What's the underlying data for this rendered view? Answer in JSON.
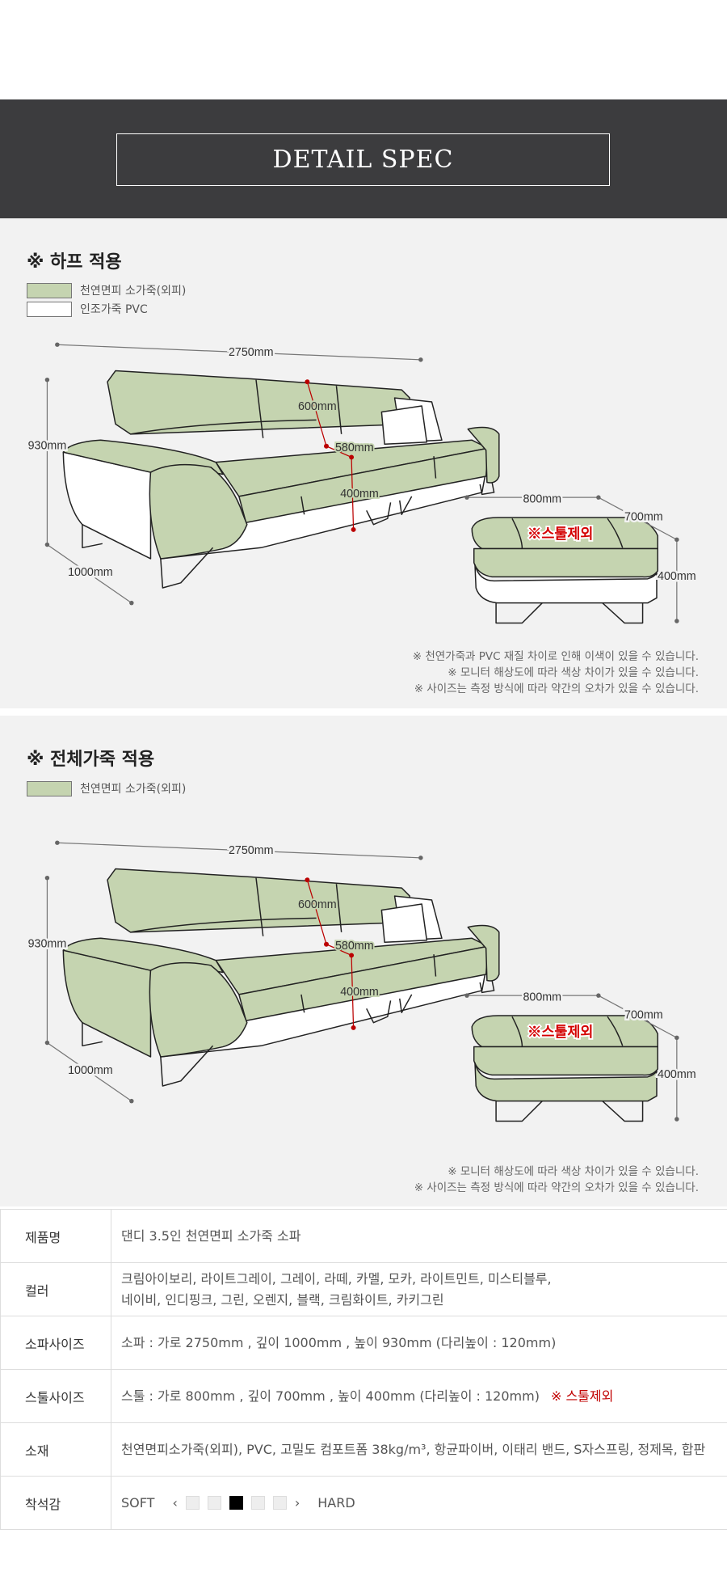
{
  "header": {
    "title": "DETAIL SPEC"
  },
  "colors": {
    "green": "#c5d4b0",
    "background": "#f2f2f2",
    "header_bg": "#3c3c3e",
    "accent_red": "#c00000"
  },
  "section1": {
    "title": "※ 하프 적용",
    "legend": [
      {
        "label": "천연면피 소가죽(외피)",
        "color": "#c5d4b0"
      },
      {
        "label": "인조가죽 PVC",
        "color": "#ffffff"
      }
    ],
    "dims": {
      "width": "2750mm",
      "height": "930mm",
      "depth": "1000mm",
      "back": "600mm",
      "seat_depth": "580mm",
      "seat_height": "400mm",
      "stool_width": "800mm",
      "stool_depth": "700mm",
      "stool_height": "400mm",
      "stool_note": "※스툴제외"
    },
    "notes": [
      "※ 천연가죽과 PVC 재질 차이로 인해 이색이 있을 수 있습니다.",
      "※ 모니터 해상도에 따라 색상 차이가 있을 수 있습니다.",
      "※ 사이즈는 측정 방식에 따라 약간의 오차가 있을 수 있습니다."
    ]
  },
  "section2": {
    "title": "※ 전체가죽 적용",
    "legend": [
      {
        "label": "천연면피 소가죽(외피)",
        "color": "#c5d4b0"
      }
    ],
    "dims": {
      "width": "2750mm",
      "height": "930mm",
      "depth": "1000mm",
      "back": "600mm",
      "seat_depth": "580mm",
      "seat_height": "400mm",
      "stool_width": "800mm",
      "stool_depth": "700mm",
      "stool_height": "400mm",
      "stool_note": "※스툴제외"
    },
    "notes": [
      "※ 모니터 해상도에 따라 색상 차이가 있을 수 있습니다.",
      "※ 사이즈는 측정 방식에 따라 약간의 오차가 있을 수 있습니다."
    ]
  },
  "spec": {
    "rows": [
      {
        "label": "제품명",
        "value": "댄디 3.5인 천연면피 소가죽 소파"
      },
      {
        "label": "컬러",
        "value": "크림아이보리, 라이트그레이, 그레이, 라떼, 카멜, 모카, 라이트민트, 미스티블루,",
        "value2": "네이비, 인디핑크, 그린, 오렌지, 블랙, 크림화이트, 카키그린"
      },
      {
        "label": "소파사이즈",
        "value": "소파 : 가로 2750mm , 깊이 1000mm , 높이 930mm (다리높이 : 120mm)"
      },
      {
        "label": "스툴사이즈",
        "value": "스툴 : 가로 800mm , 깊이 700mm , 높이 400mm (다리높이 : 120mm)",
        "note": "※ 스툴제외"
      },
      {
        "label": "소재",
        "value": "천연면피소가죽(외피), PVC, 고밀도 컴포트폼 38kg/m³, 항균파이버, 이태리 밴드, S자스프링, 정제목, 합판"
      },
      {
        "label": "착석감",
        "soft": "SOFT",
        "hard": "HARD",
        "level": 3,
        "levels": 5,
        "prev": "‹",
        "next": "›"
      }
    ]
  }
}
